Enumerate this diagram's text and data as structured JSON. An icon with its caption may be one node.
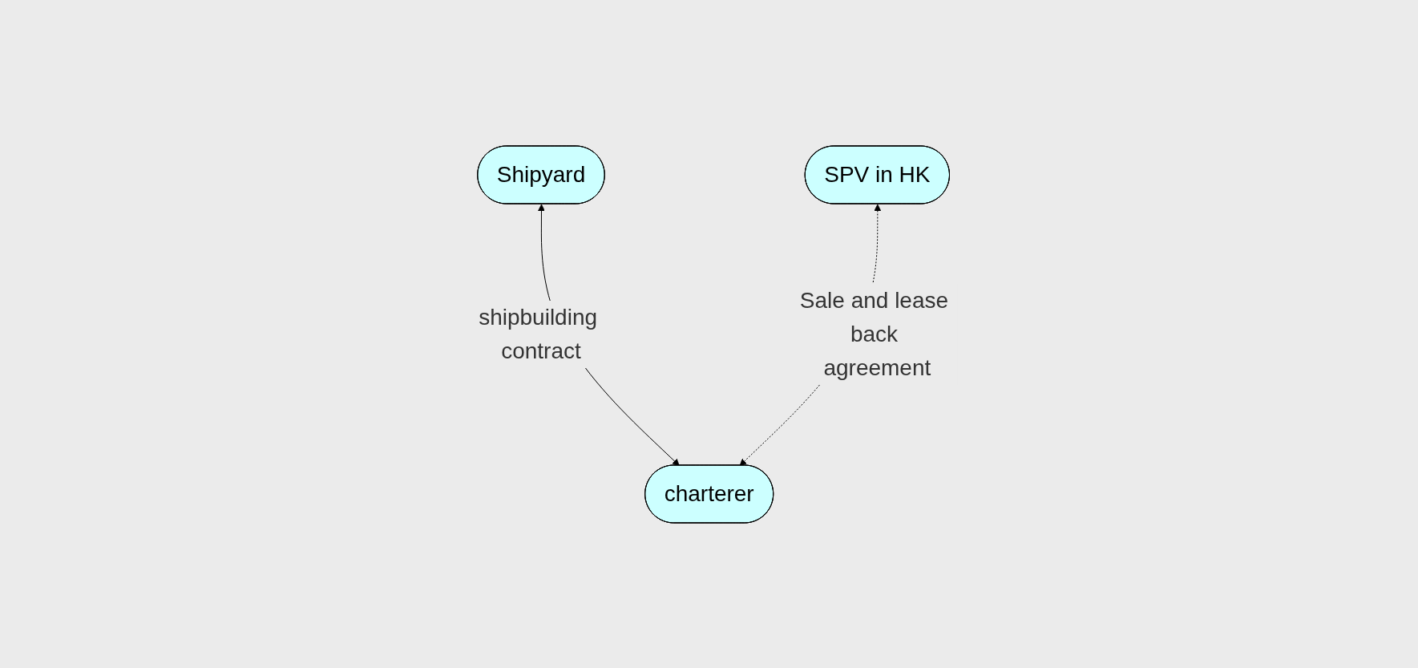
{
  "diagram": {
    "nodes": [
      {
        "text": [
          "Shipyard"
        ]
      },
      {
        "text": [
          "SPV in HK"
        ]
      },
      {
        "text": [
          "charterer"
        ]
      }
    ],
    "edges": [
      {
        "from": 0,
        "to": 2,
        "arrow": "both",
        "label": "shipbuilding contract"
      },
      {
        "from": 1,
        "to": 2,
        "arrow": "both",
        "label": "Sale and lease back agreement",
        "style": "dashed"
      }
    ]
  }
}
